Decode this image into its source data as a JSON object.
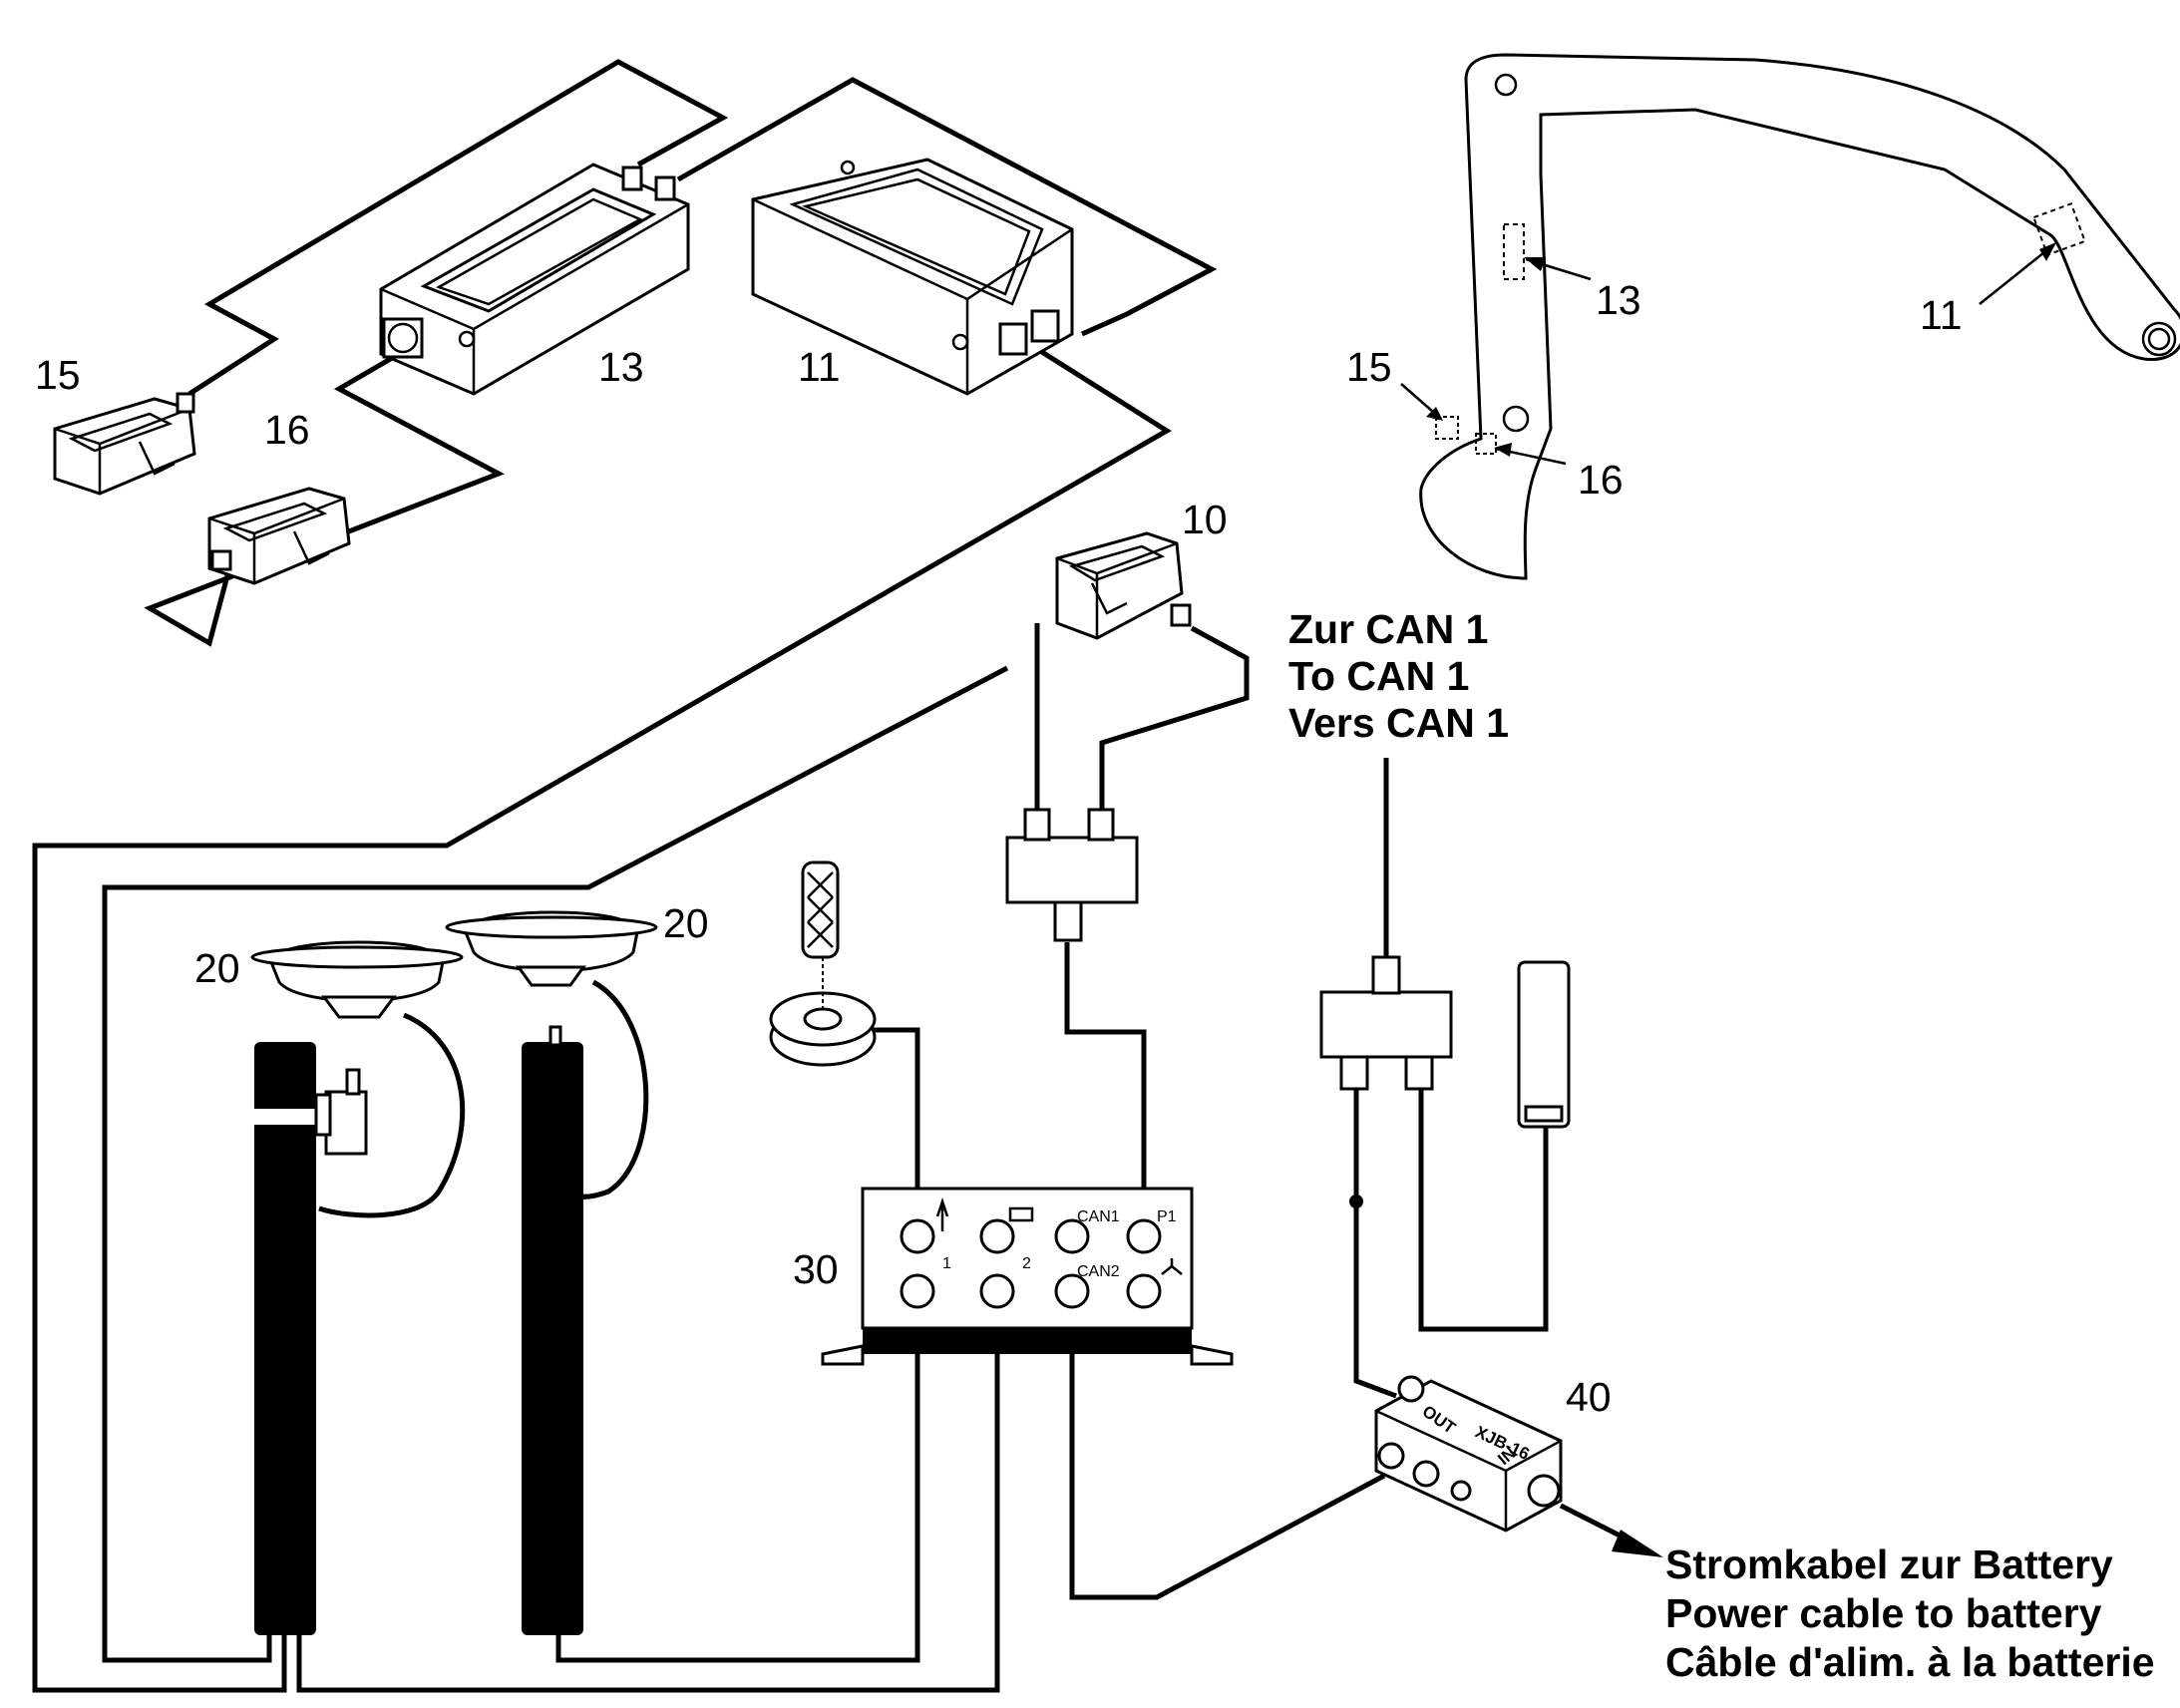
{
  "labels": {
    "n15_left": "15",
    "n16_left": "16",
    "n13_left": "13",
    "n11_left": "11",
    "n10": "10",
    "n20_left": "20",
    "n20_right": "20",
    "n30": "30",
    "n40": "40",
    "n13_right": "13",
    "n11_right": "11",
    "n15_right": "15",
    "n16_right": "16"
  },
  "can_note": {
    "line1": "Zur CAN 1",
    "line2": "To CAN 1",
    "line3": "Vers CAN 1"
  },
  "power_note": {
    "line1": "Stromkabel zur Battery",
    "line2": "Power cable to battery",
    "line3": "Câble d'alim. à la batterie"
  },
  "control_box_ports": {
    "can1": "CAN1",
    "p1": "P1",
    "can2": "CAN2",
    "gnss1": "1",
    "gnss2": "2"
  },
  "junction_box": {
    "out": "OUT",
    "model": "XJB-16",
    "in": "IN"
  }
}
